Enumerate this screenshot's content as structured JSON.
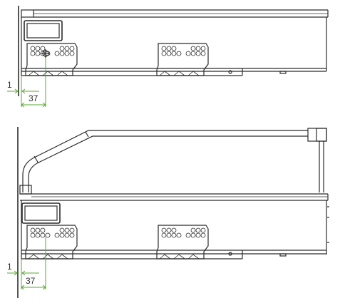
{
  "colors": {
    "line": "#2b2b2b",
    "dimension": "#5aa832",
    "background": "#ffffff"
  },
  "top_drawer": {
    "dimensions": {
      "offset": "1",
      "distance": "37"
    }
  },
  "bottom_drawer": {
    "dimensions": {
      "offset": "1",
      "distance": "37"
    }
  }
}
